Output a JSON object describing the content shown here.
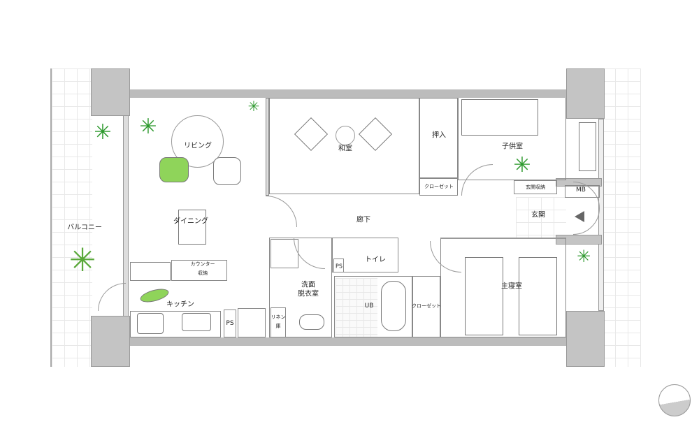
{
  "rooms": {
    "living": "リビング",
    "washitsu": "和室",
    "oshiire": "押入",
    "kids_room": "子供室",
    "closet_1": "クローゼット",
    "genkan_storage": "玄関収納",
    "mb": "MB",
    "genkan": "玄関",
    "hallway": "廊下",
    "dining": "ダイニング",
    "balcony": "バルコニー",
    "toilet": "トイレ",
    "ps_1": "PS",
    "washroom_1": "洗面",
    "washroom_2": "脱衣室",
    "ub": "UB",
    "closet_2": "クローゼット",
    "master_bedroom": "主寝室",
    "counter_1": "カウンター",
    "counter_2": "収納",
    "kitchen": "キッチン",
    "ps_2": "PS",
    "linen_1": "リネン",
    "linen_2": "庫"
  },
  "colors": {
    "wall": "#bcbcbc",
    "plant": "#2f9a2f",
    "furniture": "#8fd45a"
  }
}
